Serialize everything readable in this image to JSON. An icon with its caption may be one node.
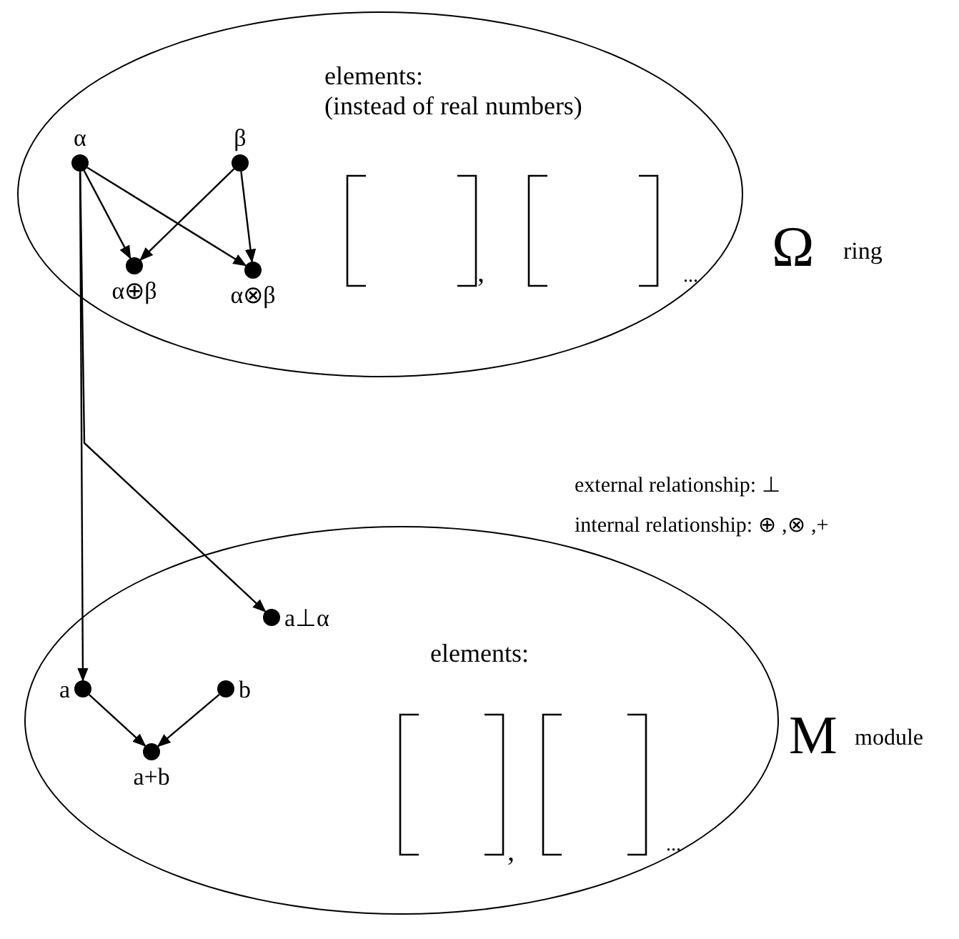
{
  "diagram": {
    "nodes": [
      {
        "text": [
          "elements: (instead of real numbers)"
        ],
        "beside": [
          "Ω",
          "ring"
        ]
      },
      {
        "text": [
          "α"
        ],
        "in": 0
      },
      {
        "text": [
          "β"
        ],
        "in": 0
      },
      {
        "text": [
          "α⊕β"
        ],
        "in": 0
      },
      {
        "text": [
          "α⊗β"
        ],
        "in": 0
      },
      {
        "text": [
          "elements:"
        ],
        "beside": [
          "M",
          "module"
        ]
      },
      {
        "text": [
          "a⊥α"
        ],
        "in": 5
      },
      {
        "text": [
          "a"
        ],
        "in": 5
      },
      {
        "text": [
          "b"
        ],
        "in": 5
      },
      {
        "text": [
          "a+b"
        ],
        "in": 5
      }
    ],
    "edges": [
      {
        "from": 1,
        "to": 3,
        "arrow": "to"
      },
      {
        "from": 1,
        "to": 4,
        "arrow": "to"
      },
      {
        "from": 2,
        "to": 3,
        "arrow": "to"
      },
      {
        "from": 2,
        "to": 4,
        "arrow": "to"
      },
      {
        "from": 1,
        "to": 7,
        "arrow": "to"
      },
      {
        "from": 1,
        "to": 6,
        "arrow": "to"
      },
      {
        "from": 7,
        "to": 9,
        "arrow": "to"
      },
      {
        "from": 8,
        "to": 9,
        "arrow": "to"
      }
    ],
    "labels": [
      ",",
      "...",
      "external relationship: ⊥",
      "internal relationship: ⊕ ,⊗ ,+",
      ",",
      "..."
    ]
  }
}
